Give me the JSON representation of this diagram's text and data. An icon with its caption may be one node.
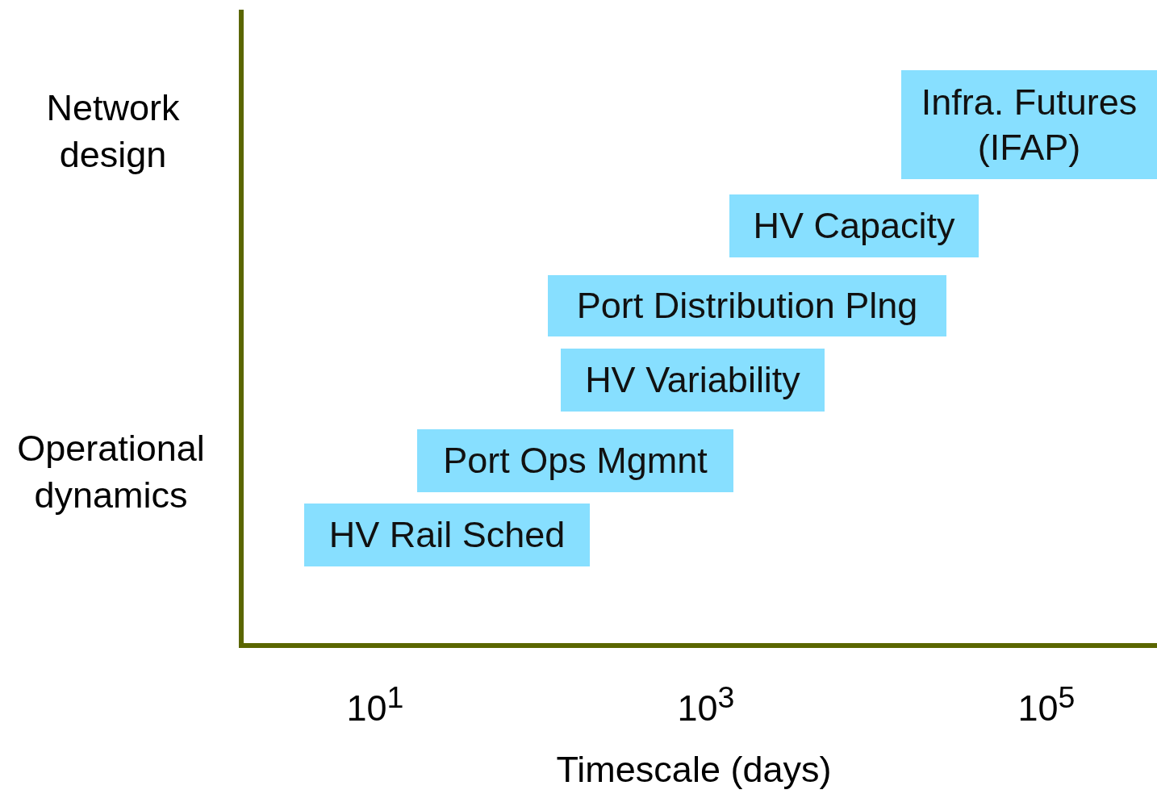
{
  "diagram": {
    "nodes": [
      {
        "text": [
          "Infra. Futures (IFAP)"
        ]
      },
      {
        "text": [
          "HV Capacity"
        ]
      },
      {
        "text": [
          "Port Distribution Plng"
        ]
      },
      {
        "text": [
          "HV Variability"
        ]
      },
      {
        "text": [
          "Port Ops Mgmnt"
        ]
      },
      {
        "text": [
          "HV Rail Sched"
        ]
      }
    ],
    "labels": [
      "Network design",
      "Operational dynamics",
      "10$^{1}$",
      "10$^{3}$",
      "10$^{5}$",
      "Timescale (days)"
    ]
  }
}
